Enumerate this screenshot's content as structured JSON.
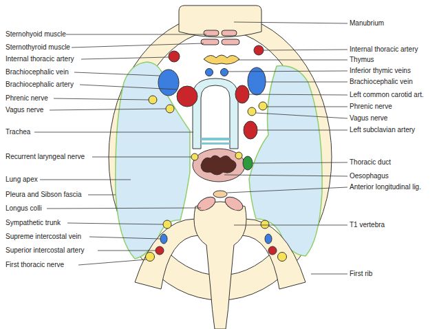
{
  "diagram": {
    "labels": [
      "Sternohyoid muscle",
      "Sternothyroid muscle",
      "Internal thoracic artery",
      "Brachiocephalic vein",
      "Brachiocephalic artery",
      "Phrenic nerve",
      "Vagus nerve",
      "Trachea",
      "Recurrent laryngeal nerve",
      "Lung apex",
      "Pleura and Sibson fascia",
      "Longus colli",
      "Sympathetic trunk",
      "Supreme intercostal vein",
      "Superior intercostal artery",
      "First thoracic nerve",
      "Manubrium",
      "Internal thoracic artery",
      "Thymus",
      "Inferior thymic veins",
      "Brachiocephalic vein",
      "Left common carotid art.",
      "Phrenic nerve",
      "Vagus nerve",
      "Left subclavian artery",
      "Thoracic duct",
      "Oesophagus",
      "Anterior longitudinal lig.",
      "T1 vertebra",
      "First rib"
    ]
  }
}
